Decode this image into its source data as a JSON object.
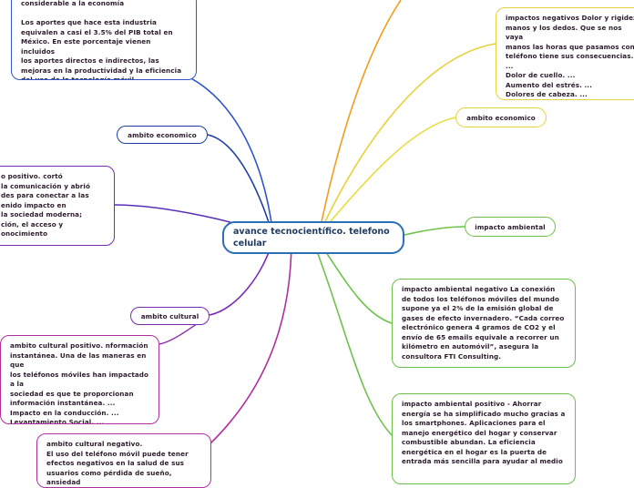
{
  "central": {
    "title": "avance tecnocientífico. telefono celular"
  },
  "nodes": {
    "top_left_card": "considerable a la economía\n\nLos aportes que hace esta industria\nequivalen a casi el 3.5% del PIB total en\nMéxico. En este porcentaje vienen incluidos\nlos aportes directos e indirectos, las\nmejoras en la productividad y la eficiencia\ndel uso de la tecnología móvil",
    "ambito_economico_left": "ambito economico",
    "positive_left_card": "o positivo. cortó\n la comunicación y abrió\ndes para conectar a las\nenido impacto en\n la sociedad moderna;\nción, el acceso y\nonocimiento",
    "ambito_cultural": "ambito cultural",
    "cultural_positive": "ambito cultural positivo. nformación\ninstantánea. Una de las maneras en que\nlos teléfonos móviles han impactado a la\nsociedad es que te proporcionan\ninformación instantánea. ...\nImpacto en la conducción. ...\nLevantamiento Social. ...\nDistracción.",
    "cultural_negative": "ambito cultural negativo.\nEl uso del teléfono móvil puede tener\nefectos negativos en la salud de sus\nusuarios como pérdida de sueño, ansiedad",
    "impactos_negativos": "impactos negativos Dolor y rigidez\nmanos y los dedos. Que se nos vaya\nmanos las horas que pasamos con\nteléfono tiene sus consecuencias. ...\nDolor de cuello. ...\nAumento del estrés. ...\nDolores de cabeza. ...\nInsomnio.",
    "ambito_economico_right": "ambito economico",
    "impacto_ambiental": "impacto ambiental",
    "ambiental_negativo": "impacto ambiental negativo La conexión\nde todos los teléfonos móviles del mundo\nsupone ya el 2% de la emisión global de\ngases de efecto invernadero. “Cada correo\nelectrónico genera 4 gramos de CO2 y el\nenvío de 65 emails equivale a recorrer un\nkilómetro en automóvil”, asegura la\nconsultora FTI Consulting.",
    "ambiental_positivo": "impacto ambiental positivo - Ahorrar\nenergía se ha simplificado mucho gracias a\nlos smartphones. Aplicaciones para el\nmanejo energético del hogar y conservar\ncombustible abundan. La eficiencia\nenergética en el hogar es la puerta de\nentrada más sencilla para ayudar al medio"
  },
  "colors": {
    "blue": "#2f56c7",
    "navy": "#1f3fa8",
    "purple": "#7a2bb3",
    "magenta": "#b02fa0",
    "yellow": "#e6d23a",
    "green": "#6cc24a",
    "orange": "#f39c1f",
    "central_border": "#2b6fb6"
  }
}
